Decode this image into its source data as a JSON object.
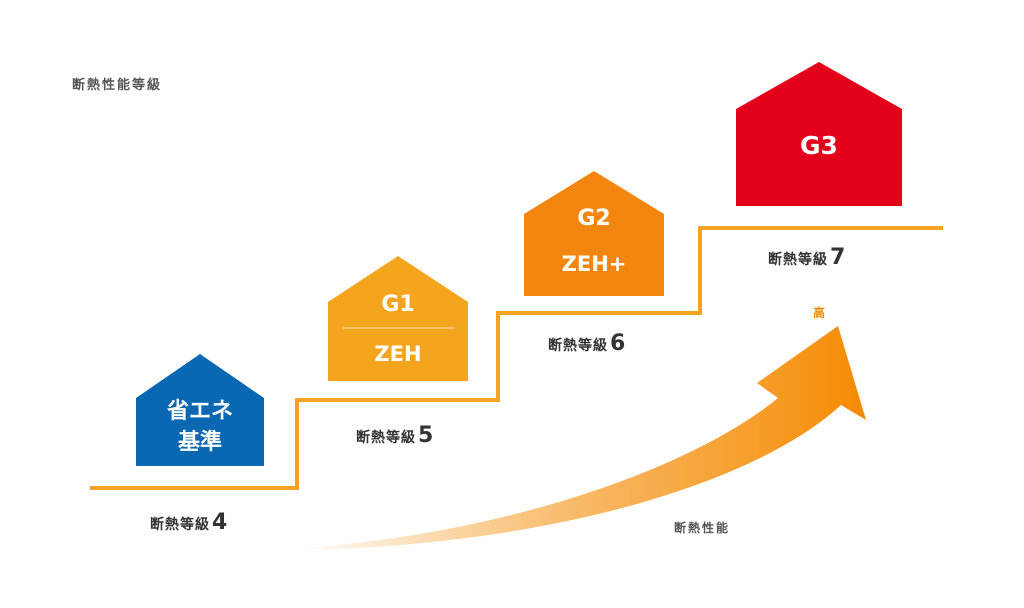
{
  "heading": "断熱性能等級",
  "axis_label": "断熱性能",
  "axis_high": "高",
  "colors": {
    "step_line": "#f5a122",
    "arrow": "#f58a00",
    "house_base": "#0a67b1",
    "house_g1": "#f5a51d",
    "house_g2": "#f3860f",
    "house_g3": "#e2001a"
  },
  "steps": [
    {
      "level_prefix": "断熱等級",
      "level_number": "4",
      "house_lines": [
        "省エネ",
        "基準"
      ]
    },
    {
      "level_prefix": "断熱等級",
      "level_number": "5",
      "house_lines": [
        "G1",
        "ZEH"
      ]
    },
    {
      "level_prefix": "断熱等級",
      "level_number": "6",
      "house_lines": [
        "G2",
        "ZEH+"
      ]
    },
    {
      "level_prefix": "断熱等級",
      "level_number": "7",
      "house_lines": [
        "G3"
      ]
    }
  ]
}
